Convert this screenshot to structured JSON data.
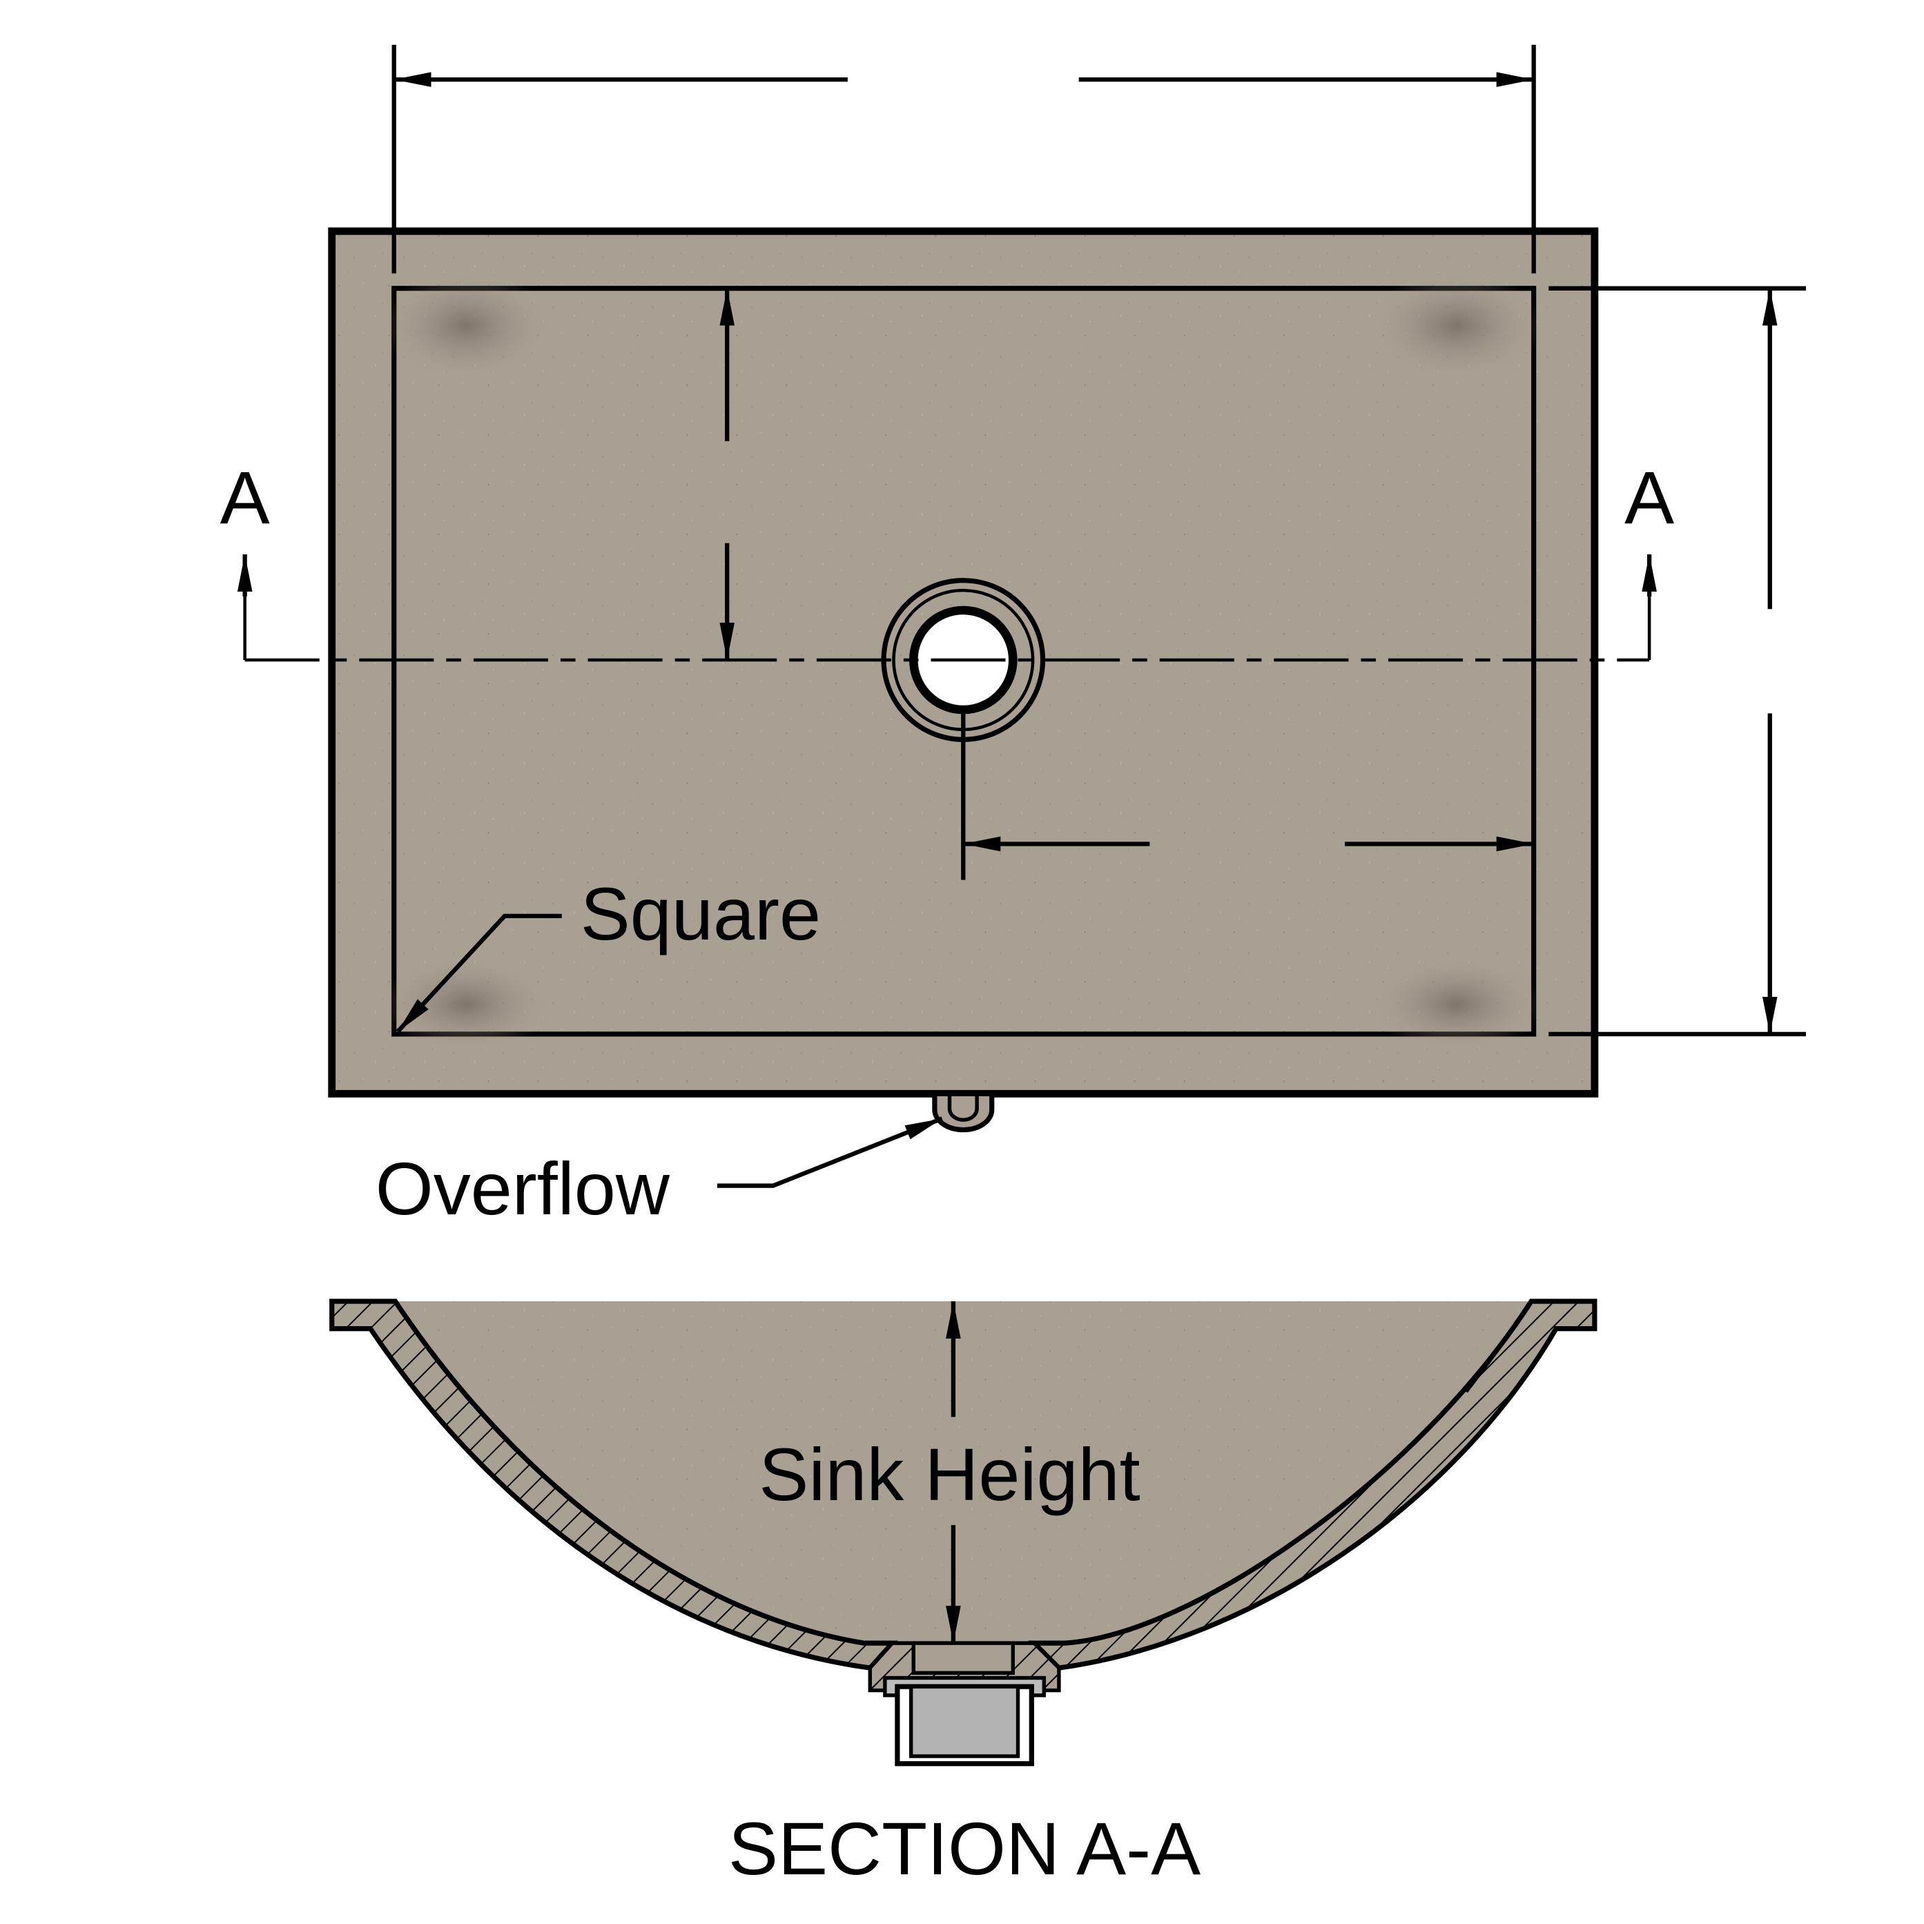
{
  "labels": {
    "section_mark_left": "A",
    "section_mark_right": "A",
    "corner_note": "Square",
    "overflow_note": "Overflow",
    "height_note": "Sink Height",
    "section_title": "SECTION A-A"
  },
  "colors": {
    "material": "#a9a094",
    "material_dark": "#8f867a",
    "drain_metal": "#b3b3b3",
    "line": "#000000"
  }
}
